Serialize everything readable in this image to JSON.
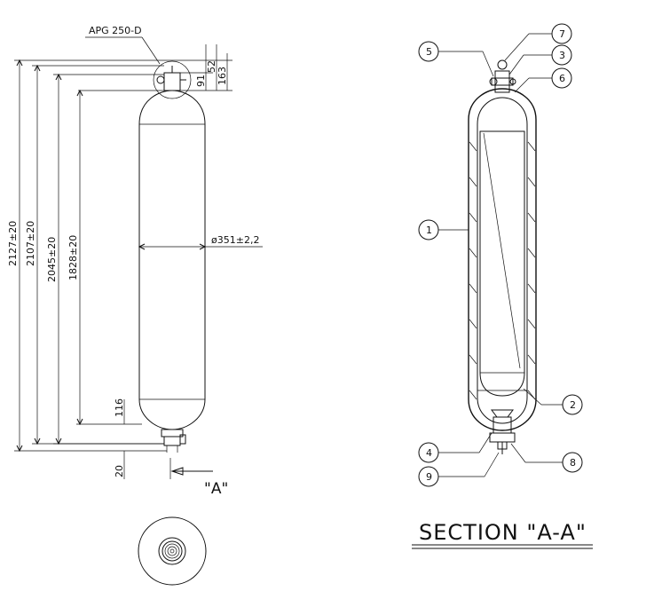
{
  "side_view": {
    "valve_label": "APG 250-D",
    "dims": {
      "overall": "2127±20",
      "mid": "2107±20",
      "inner": "2045±20",
      "body": "1828±20",
      "top_small": "91",
      "top_small2": "52",
      "top_large": "163",
      "bottom_cap": "116",
      "bottom_neck": "20",
      "diameter": "ø351±2,2"
    },
    "view_marker": "\"A\""
  },
  "section_view": {
    "title": "SECTION \"A-A\"",
    "balloons": [
      "1",
      "2",
      "3",
      "4",
      "5",
      "6",
      "7",
      "8",
      "9"
    ]
  }
}
